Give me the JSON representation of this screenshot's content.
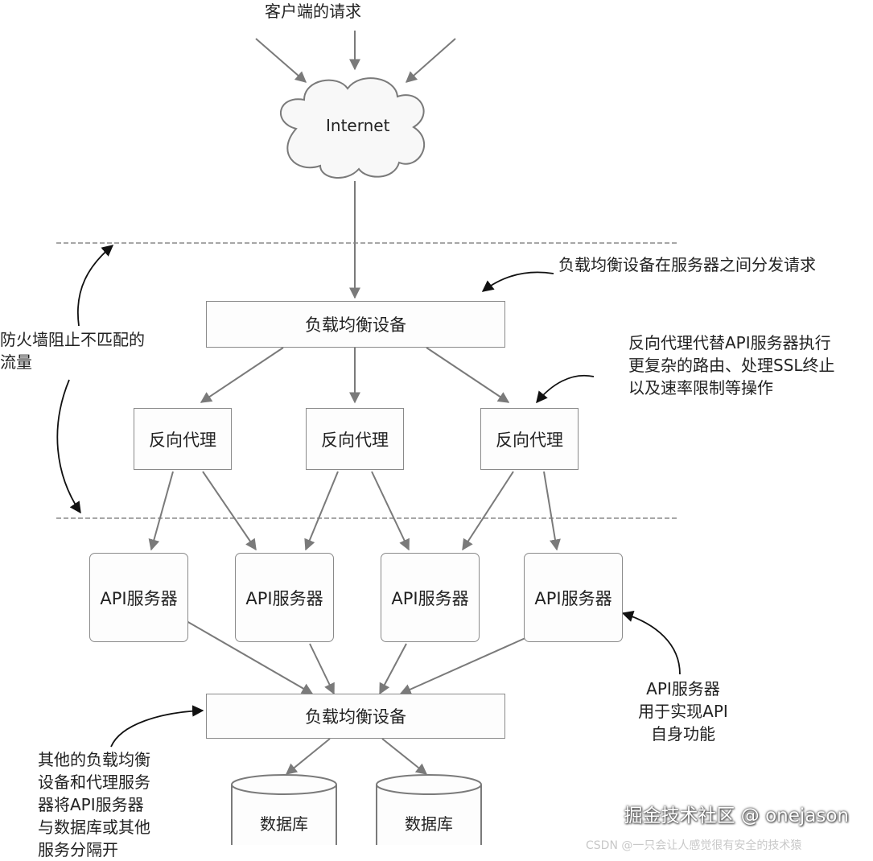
{
  "client_requests_label": "客户端的请求",
  "internet_label": "Internet",
  "firewall_note": [
    "防火墙阻止不匹配的",
    "流量"
  ],
  "lb_note": "负载均衡设备在服务器之间分发请求",
  "top_load_balancer": "负载均衡设备",
  "reverse_proxy_note": [
    "反向代理代替API服务器执行",
    "更复杂的路由、处理SSL终止",
    "以及速率限制等操作"
  ],
  "reverse_proxies": [
    "反向代理",
    "反向代理",
    "反向代理"
  ],
  "api_servers": [
    "API服务器",
    "API服务器",
    "API服务器",
    "API服务器"
  ],
  "api_server_note": [
    "API服务器",
    "用于实现API",
    "自身功能"
  ],
  "bottom_load_balancer": "负载均衡设备",
  "other_lb_note": [
    "其他的负载均衡",
    "设备和代理服务",
    "器将API服务器",
    "与数据库或其他",
    "服务分隔开"
  ],
  "databases": [
    "数据库",
    "数据库"
  ],
  "watermark": "掘金技术社区 @ onejason",
  "bottom_watermark": "CSDN @一只会让人感觉很有安全的技术猿"
}
